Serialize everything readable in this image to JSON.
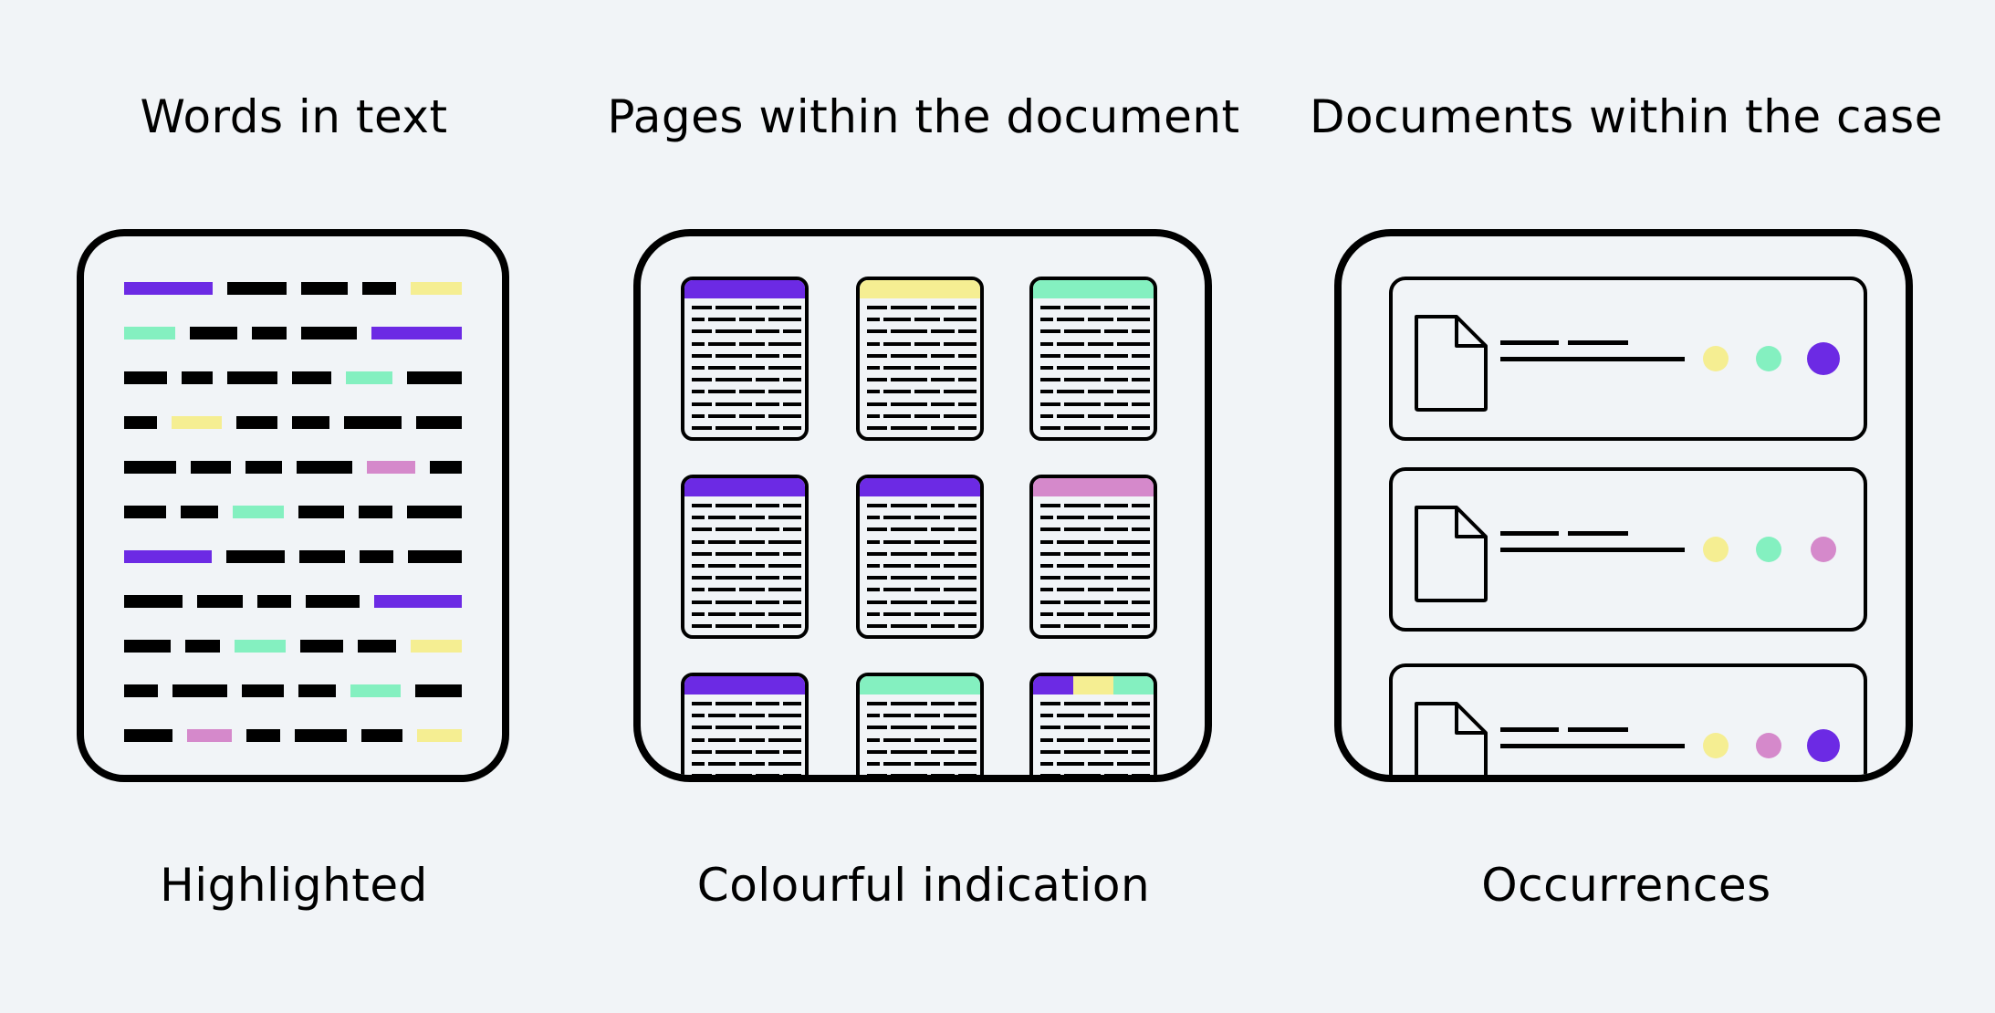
{
  "columns": [
    {
      "title": "Words in text",
      "subtitle": "Highlighted"
    },
    {
      "title": "Pages within the document",
      "subtitle": "Colourful indication"
    },
    {
      "title": "Documents within the case",
      "subtitle": "Occurrences"
    }
  ],
  "colors": {
    "background": "#f1f4f7",
    "ink": "#000000",
    "purple": "#6c2ae4",
    "yellow": "#f5ee92",
    "green": "#84f0c0",
    "pink": "#d589cb"
  },
  "words_panel": {
    "lines": [
      [
        "purple",
        "k",
        "k",
        "k",
        "yellow"
      ],
      [
        "green",
        "k",
        "k",
        "k",
        "purple"
      ],
      [
        "k",
        "k",
        "k",
        "k",
        "green",
        "k"
      ],
      [
        "k",
        "yellow",
        "k",
        "k",
        "k",
        "k"
      ],
      [
        "k",
        "k",
        "k",
        "k",
        "pink",
        "k"
      ],
      [
        "k",
        "k",
        "green",
        "k",
        "k",
        "k"
      ],
      [
        "purple",
        "k",
        "k",
        "k",
        "k"
      ],
      [
        "k",
        "k",
        "k",
        "k",
        "purple"
      ],
      [
        "k",
        "k",
        "green",
        "k",
        "k",
        "yellow"
      ],
      [
        "k",
        "k",
        "k",
        "k",
        "green",
        "k"
      ],
      [
        "k",
        "pink",
        "k",
        "k",
        "k",
        "yellow"
      ]
    ]
  },
  "pages_panel": {
    "pages": [
      [
        "purple"
      ],
      [
        "yellow"
      ],
      [
        "green"
      ],
      [
        "purple"
      ],
      [
        "purple"
      ],
      [
        "pink"
      ],
      [
        "purple"
      ],
      [
        "green"
      ],
      [
        "purple",
        "yellow",
        "green"
      ]
    ]
  },
  "documents_panel": {
    "rows": [
      {
        "icon": "document-icon",
        "dots": [
          "yellow",
          "green",
          "purple"
        ]
      },
      {
        "icon": "document-icon",
        "dots": [
          "yellow",
          "green",
          "pink"
        ]
      },
      {
        "icon": "document-icon",
        "dots": [
          "yellow",
          "pink",
          "purple"
        ]
      }
    ]
  }
}
